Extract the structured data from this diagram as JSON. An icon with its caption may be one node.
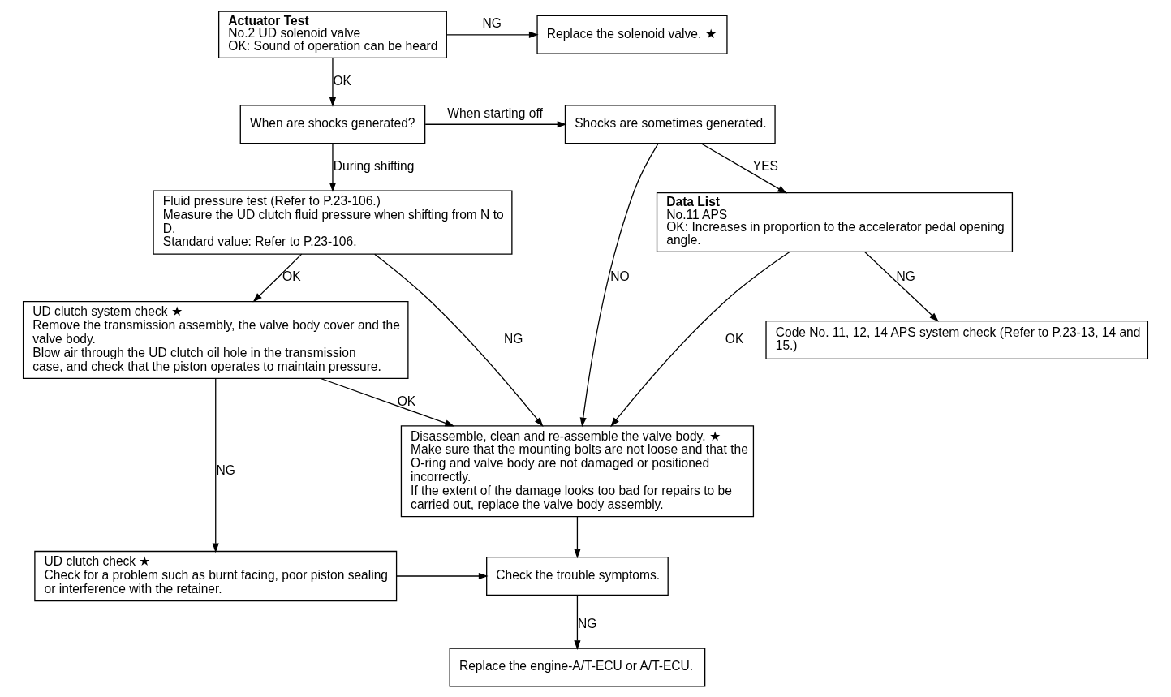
{
  "diagram": {
    "nodes": [
      {
        "text": [
          "Actuator Test",
          "No.2 UD solenoid valve",
          "OK: Sound of operation can be heard"
        ]
      },
      {
        "text": [
          "Replace the solenoid valve. ★"
        ]
      },
      {
        "text": [
          "When are shocks generated?"
        ]
      },
      {
        "text": [
          "Shocks are sometimes generated."
        ]
      },
      {
        "text": [
          "Fluid pressure test (Refer to P.23-106.)",
          "Measure the UD clutch fluid pressure when shifting from N to D.",
          "Standard value: Refer to P.23-106."
        ]
      },
      {
        "text": [
          "Data List",
          "No.11 APS",
          "OK: Increases in proportion to the accelerator pedal opening angle."
        ]
      },
      {
        "text": [
          "Code No. 11, 12, 14 APS system check (Refer to P.23-13, 14 and 15.)"
        ]
      },
      {
        "text": [
          "UD clutch system check ★",
          "Remove the transmission assembly, the valve body cover and the valve body.",
          "Blow air through the UD clutch oil hole in the transmission case, and check that the piston operates to maintain pressure."
        ]
      },
      {
        "text": [
          "Disassemble, clean and re-assemble the valve body. ★",
          "Make sure that the mounting bolts are not loose and that the O-ring and valve body are not damaged or positioned incorrectly.",
          "If the extent of the damage looks too bad for repairs to be carried out, replace the valve body assembly."
        ]
      },
      {
        "text": [
          "UD clutch check ★",
          "Check for a problem such as burnt facing, poor piston sealing or interference with the retainer."
        ]
      },
      {
        "text": [
          "Check the trouble symptoms."
        ]
      },
      {
        "text": [
          "Replace the engine-A/T-ECU or A/T-ECU."
        ]
      }
    ],
    "edges": [
      {
        "from": 0,
        "to": 1,
        "arrow": "to",
        "label": "NG"
      },
      {
        "from": 0,
        "to": 2,
        "arrow": "to",
        "label": "OK"
      },
      {
        "from": 2,
        "to": 3,
        "arrow": "to",
        "label": "When starting off"
      },
      {
        "from": 2,
        "to": 4,
        "arrow": "to",
        "label": "During shifting"
      },
      {
        "from": 3,
        "to": 5,
        "arrow": "to",
        "label": "YES"
      },
      {
        "from": 3,
        "to": 8,
        "arrow": "to",
        "label": "NO"
      },
      {
        "from": 5,
        "to": 8,
        "arrow": "to",
        "label": "OK"
      },
      {
        "from": 5,
        "to": 6,
        "arrow": "to",
        "label": "NG"
      },
      {
        "from": 4,
        "to": 7,
        "arrow": "to",
        "label": "OK"
      },
      {
        "from": 4,
        "to": 8,
        "arrow": "to",
        "label": "NG"
      },
      {
        "from": 7,
        "to": 8,
        "arrow": "to",
        "label": "OK"
      },
      {
        "from": 7,
        "to": 9,
        "arrow": "to",
        "label": "NG"
      },
      {
        "from": 9,
        "to": 10,
        "arrow": "to"
      },
      {
        "from": 8,
        "to": 10,
        "arrow": "to"
      },
      {
        "from": 10,
        "to": 11,
        "arrow": "to",
        "label": "NG"
      }
    ]
  }
}
